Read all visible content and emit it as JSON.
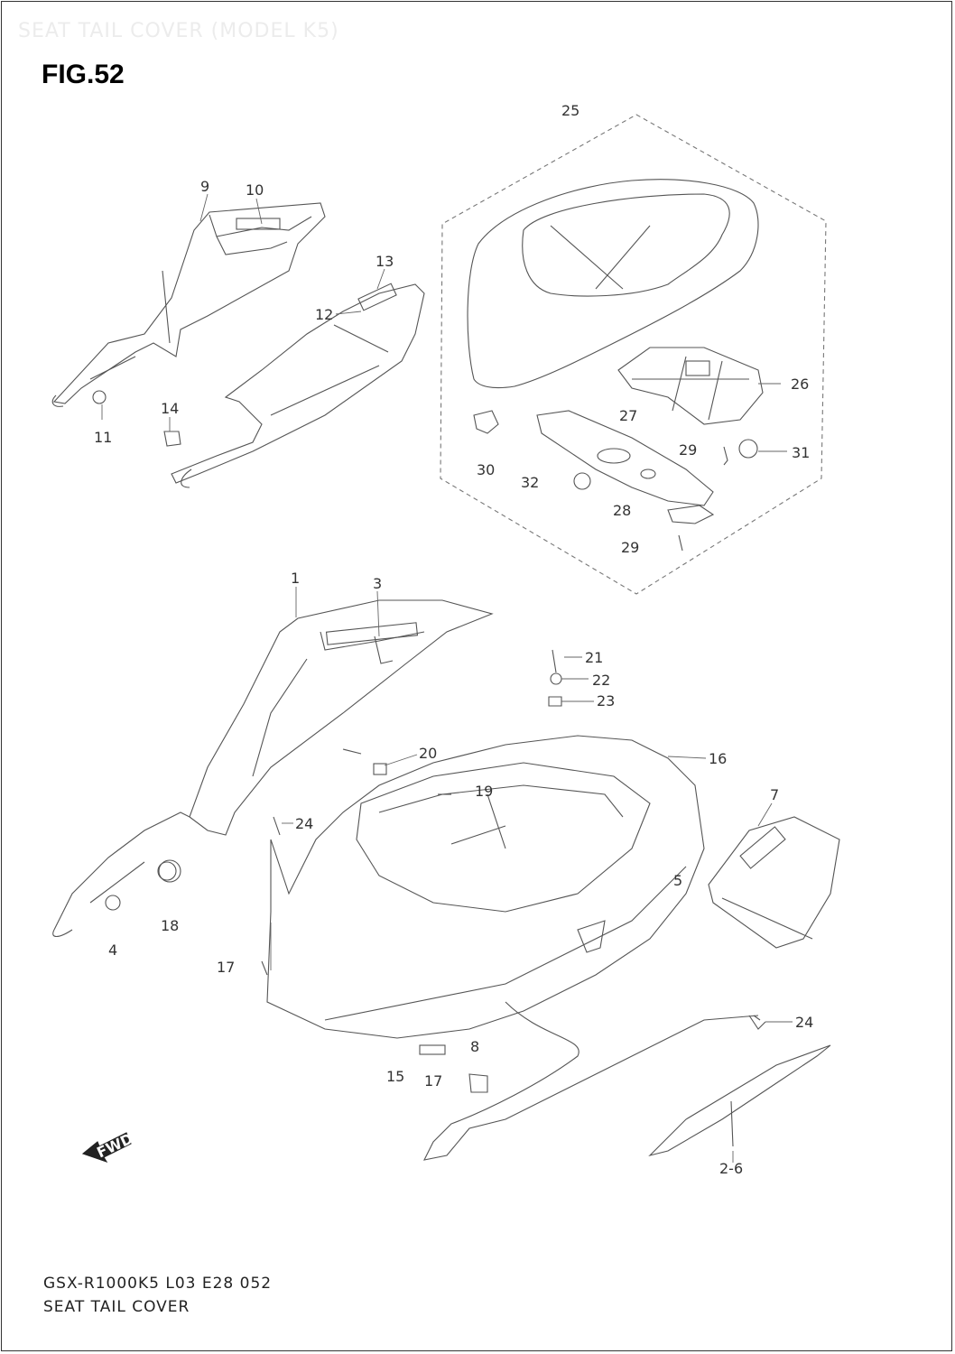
{
  "faded_title": "SEAT TAIL COVER (MODEL K5)",
  "figure": "FIG.52",
  "fwd_label": "FWD",
  "footer": {
    "code": "GSX-R1000K5 L03 E28  052",
    "name": "SEAT TAIL COVER"
  },
  "callouts": {
    "c1": "1",
    "c2_6": "2-6",
    "c3": "3",
    "c4": "4",
    "c5": "5",
    "c7": "7",
    "c8": "8",
    "c9": "9",
    "c10": "10",
    "c11": "11",
    "c12": "12",
    "c13": "13",
    "c14": "14",
    "c15": "15",
    "c16": "16",
    "c17a": "17",
    "c17b": "17",
    "c18": "18",
    "c19": "19",
    "c20": "20",
    "c21": "21",
    "c22": "22",
    "c23": "23",
    "c24a": "24",
    "c24b": "24",
    "c25": "25",
    "c26": "26",
    "c27": "27",
    "c28": "28",
    "c29a": "29",
    "c29b": "29",
    "c30": "30",
    "c31": "31",
    "c32": "32"
  }
}
